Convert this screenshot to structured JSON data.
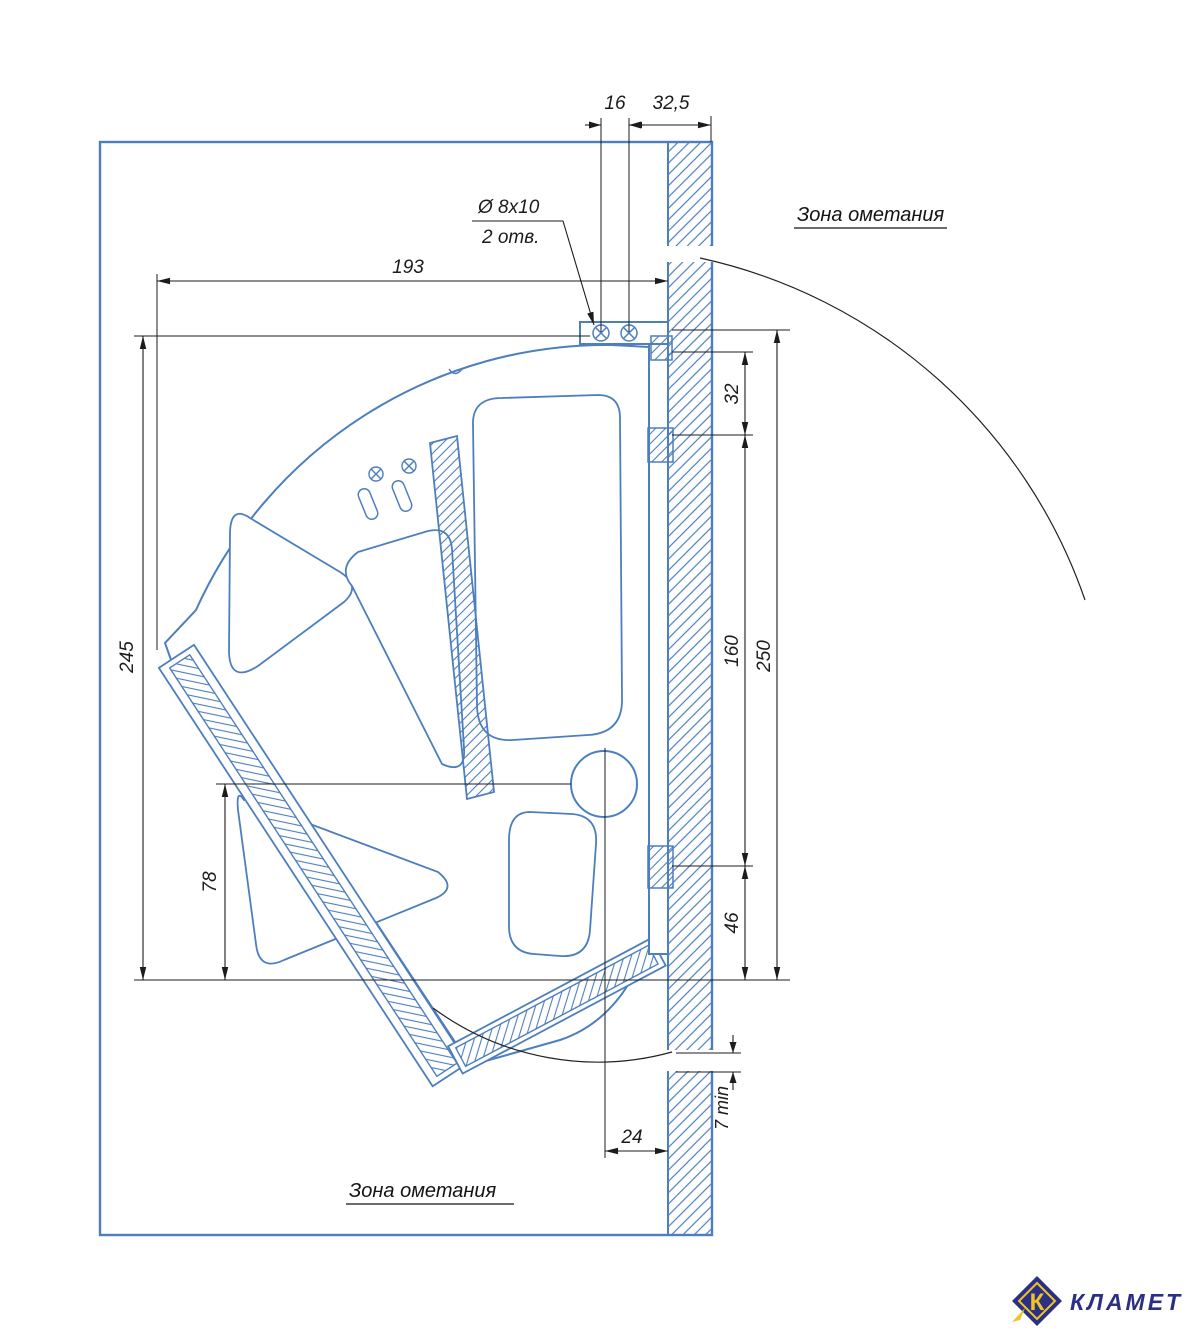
{
  "drawing": {
    "colors": {
      "line_blue": "#4d7ebe",
      "dim_black": "#1c1c1c",
      "logo_navy": "#2b2f86",
      "logo_yellow": "#f0c420"
    },
    "labels": {
      "sweep_zone_top": "Зона ометания",
      "sweep_zone_bottom": "Зона ометания"
    },
    "callout": {
      "line1": "Ø 8x10",
      "line2": "2 отв."
    },
    "dims": {
      "d16": "16",
      "d32_5": "32,5",
      "d193": "193",
      "d245": "245",
      "d32": "32",
      "d160": "160",
      "d250": "250",
      "d78": "78",
      "d46": "46",
      "d24": "24",
      "d7min": "7 min"
    }
  },
  "logo": {
    "text": "КЛАМЕТ",
    "monogram": "К"
  }
}
